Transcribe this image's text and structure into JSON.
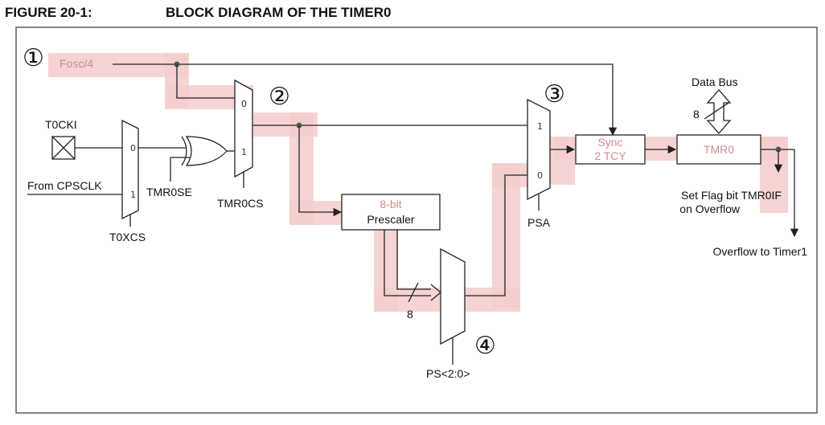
{
  "figure": {
    "number": "FIGURE 20-1:",
    "title": "BLOCK DIAGRAM OF THE TIMER0"
  },
  "callouts": {
    "c1": "①",
    "c2": "②",
    "c3": "③",
    "c4": "④"
  },
  "signals": {
    "fosc": "Fosc/4",
    "t0cki": "T0CKI",
    "from_cpsclk": "From CPSCLK",
    "tmr0se": "TMR0SE",
    "tmr0cs": "TMR0CS",
    "t0xcs": "T0XCS",
    "psa": "PSA",
    "ps": "PS<2:0>",
    "data_bus": "Data Bus",
    "bus_width": "8",
    "prescaler_width": "8",
    "flag_line1": "Set Flag bit TMR0IF",
    "flag_line2": "on Overflow",
    "overflow": "Overflow to Timer1"
  },
  "mux_inputs": {
    "zero": "0",
    "one": "1"
  },
  "blocks": {
    "prescaler_line1": "8-bit",
    "prescaler_line2": "Prescaler",
    "sync_line1": "Sync",
    "sync_line2": "2 TCY",
    "tmr0": "TMR0"
  },
  "colors": {
    "highlight": "#f4cccc",
    "line": "#222222"
  }
}
